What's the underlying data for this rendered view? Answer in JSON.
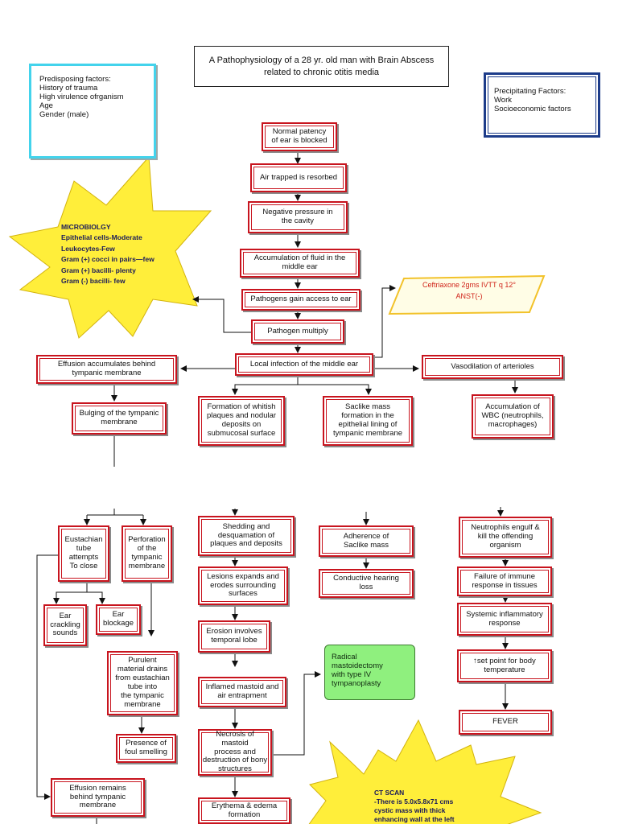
{
  "title": "A  Pathophysiology of a 28 yr. old man with Brain Abscess\nrelated to chronic otitis media",
  "predisposing": "Predisposing factors:\nHistory of trauma\nHigh virulence ofrganism\nAge\nGender (male)",
  "precipitating": "Precipitating Factors:\nWork\nSocioeconomic factors",
  "microbiology": "MICROBIOLGY\nEpithelial cells-Moderate\nLeukocytes-Few\nGram (+) cocci in pairs—few\nGram (+) bacilli- plenty\nGram (-) bacilli- few",
  "medication": "Ceftriaxone 2gms IVTT q 12°\nANST(-)",
  "ct_scan": "CT SCAN\n-There is 5.0x5.8x71 cms\ncystic mass with thick\nenhancing wall at the left",
  "nodes": {
    "n1": "Normal patency\nof ear is blocked",
    "n2": "Air trapped is resorbed",
    "n3": "Negative pressure in\nthe cavity",
    "n4": "Accumulation of fluid in the\nmiddle ear",
    "n5": "Pathogens gain access to ear",
    "n6": "Pathogen multiply",
    "n7": "Local infection of the middle ear",
    "n8": "Effusion accumulates behind\ntympanic membrane",
    "n9": "Vasodilation of arterioles",
    "n10": "Bulging of the tympanic\nmembrane",
    "n11": "Formation of whitish\nplaques and nodular\ndeposits on\nsubmucosal surface",
    "n12": "Saclike mass\nformation in the\nepithelial lining of\ntympanic membrane",
    "n13": "Accumulation of\nWBC (neutrophils,\nmacrophages)",
    "n14": "Eustachian\ntube\nattempts\nTo close",
    "n15": "Perforation\nof the\ntympanic\nmembrane",
    "n16": "Ear\ncrackling\nsounds",
    "n17": "Ear\nblockage",
    "n18": "Purulent\nmaterial drains\nfrom eustachian\ntube into\nthe tympanic\nmembrane",
    "n19": "Presence of\nfoul smelling",
    "n20": "Effusion remains\nbehind tympanic\nmembrane",
    "n21": "Shedding and\ndesquamation of\nplaques and deposits",
    "n22": "Lesions expands and\nerodes surrounding\nsurfaces",
    "n23": "Erosion involves\ntemporal lobe",
    "n24": "Inflamed mastoid and\nair entrapment",
    "n25": "Necrosis of mastoid\nprocess and\ndestruction of bony\nstructures",
    "n26": "Erythema & edema\nformation",
    "n27": "Adherence of\nSaclike mass",
    "n28": "Conductive hearing\nloss",
    "n29": "Radical\nmastoidectomy\nwith type IV\ntympanoplasty",
    "n30": "Neutrophils engulf &\nkill the offending\norganism",
    "n31": "Failure of immune\nresponse in tissues",
    "n32": "Systemic inflammatory\nresponse",
    "n33": "↑set point for body\ntemperature",
    "n34": "FEVER"
  },
  "colors": {
    "box_border": "#c8141e",
    "star_fill": "#ffee3a",
    "green_fill": "#8ff07e",
    "cyan_border": "#43d3ec",
    "navy_border": "#1d3c8a",
    "medication_text": "#d0241a"
  }
}
